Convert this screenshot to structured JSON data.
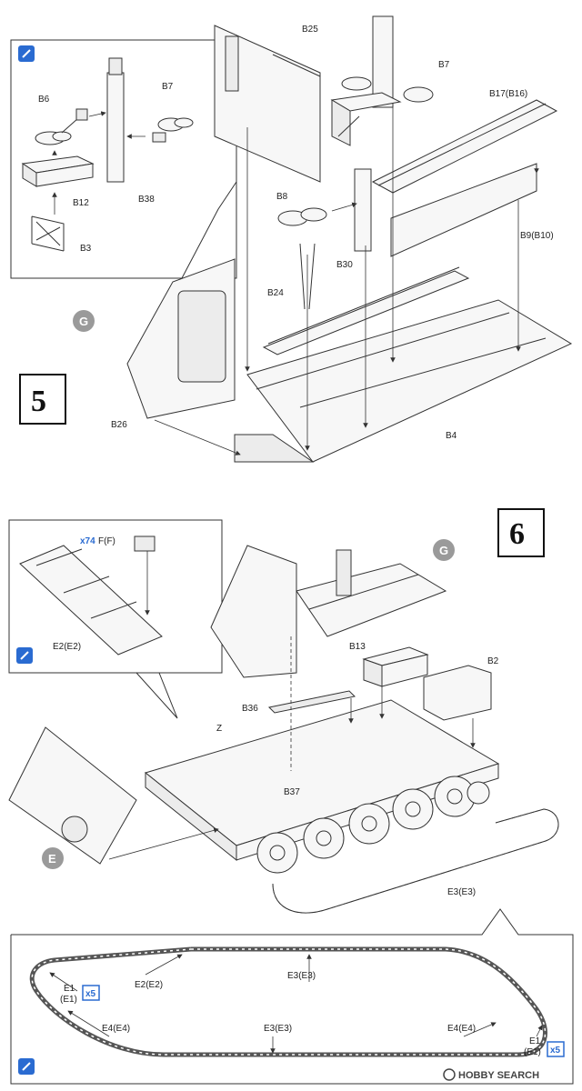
{
  "step5": {
    "number": "5",
    "subassembly_badge": "G",
    "inset_labels": {
      "b6": "B6",
      "b7": "B7",
      "b12": "B12",
      "b38": "B38",
      "b3": "B3"
    },
    "labels": {
      "b25": "B25",
      "b7": "B7",
      "b17": "B17(B16)",
      "b8": "B8",
      "b30": "B30",
      "b9": "B9(B10)",
      "b24": "B24",
      "b26": "B26",
      "b4": "B4"
    }
  },
  "step6": {
    "number": "6",
    "subassembly_badge_g": "G",
    "subassembly_badge_e": "E",
    "inset_top": {
      "multiplier": "x74",
      "f_label": "F(F)",
      "e2_label": "E2(E2)"
    },
    "labels": {
      "b13": "B13",
      "b2": "B2",
      "b36": "B36",
      "z": "Z",
      "b37": "B37",
      "e3": "E3(E3)"
    },
    "track_inset": {
      "e1_left": "E1",
      "e1_left_sub": "(E1)",
      "e1_left_mult": "x5",
      "e2": "E2(E2)",
      "e3_top": "E3(E3)",
      "e4_left": "E4(E4)",
      "e3_bottom": "E3(E3)",
      "e4_right": "E4(E4)",
      "e1_right": "E1",
      "e1_right_sub": "(E1)",
      "e1_right_mult": "x5"
    }
  },
  "watermark": "HOBBY SEARCH"
}
